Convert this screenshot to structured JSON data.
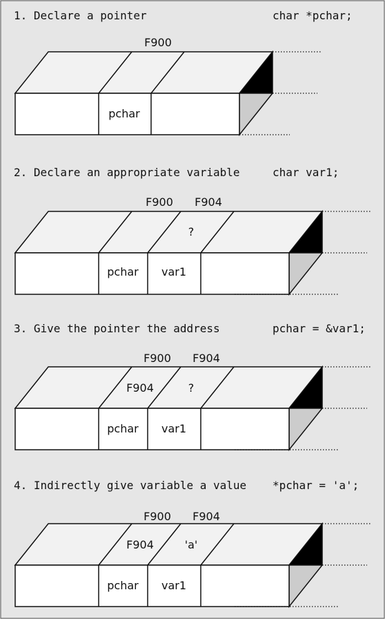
{
  "steps": [
    {
      "label": "1. Declare a pointer",
      "code": "char *pchar;",
      "addresses": [
        "F900"
      ],
      "top_values": [],
      "front_labels": [
        "pchar"
      ]
    },
    {
      "label": "2. Declare an appropriate variable",
      "code": "char var1;",
      "addresses": [
        "F900",
        "F904"
      ],
      "top_values": [
        "?"
      ],
      "front_labels": [
        "pchar",
        "var1"
      ]
    },
    {
      "label": "3. Give the pointer the address",
      "code": "pchar = &var1;",
      "addresses": [
        "F900",
        "F904"
      ],
      "top_values": [
        "F904",
        "?"
      ],
      "front_labels": [
        "pchar",
        "var1"
      ]
    },
    {
      "label": "4. Indirectly give variable a value",
      "code": "*pchar = 'a';",
      "addresses": [
        "F900",
        "F904"
      ],
      "top_values": [
        "F904",
        "'a'"
      ],
      "front_labels": [
        "pchar",
        "var1"
      ]
    }
  ],
  "colors": {
    "background": "#e6e6e6",
    "top_face": "#f2f2f2",
    "front_face": "#ffffff",
    "end_dark": "#000000",
    "end_light": "#cccccc",
    "text": "#111111"
  }
}
